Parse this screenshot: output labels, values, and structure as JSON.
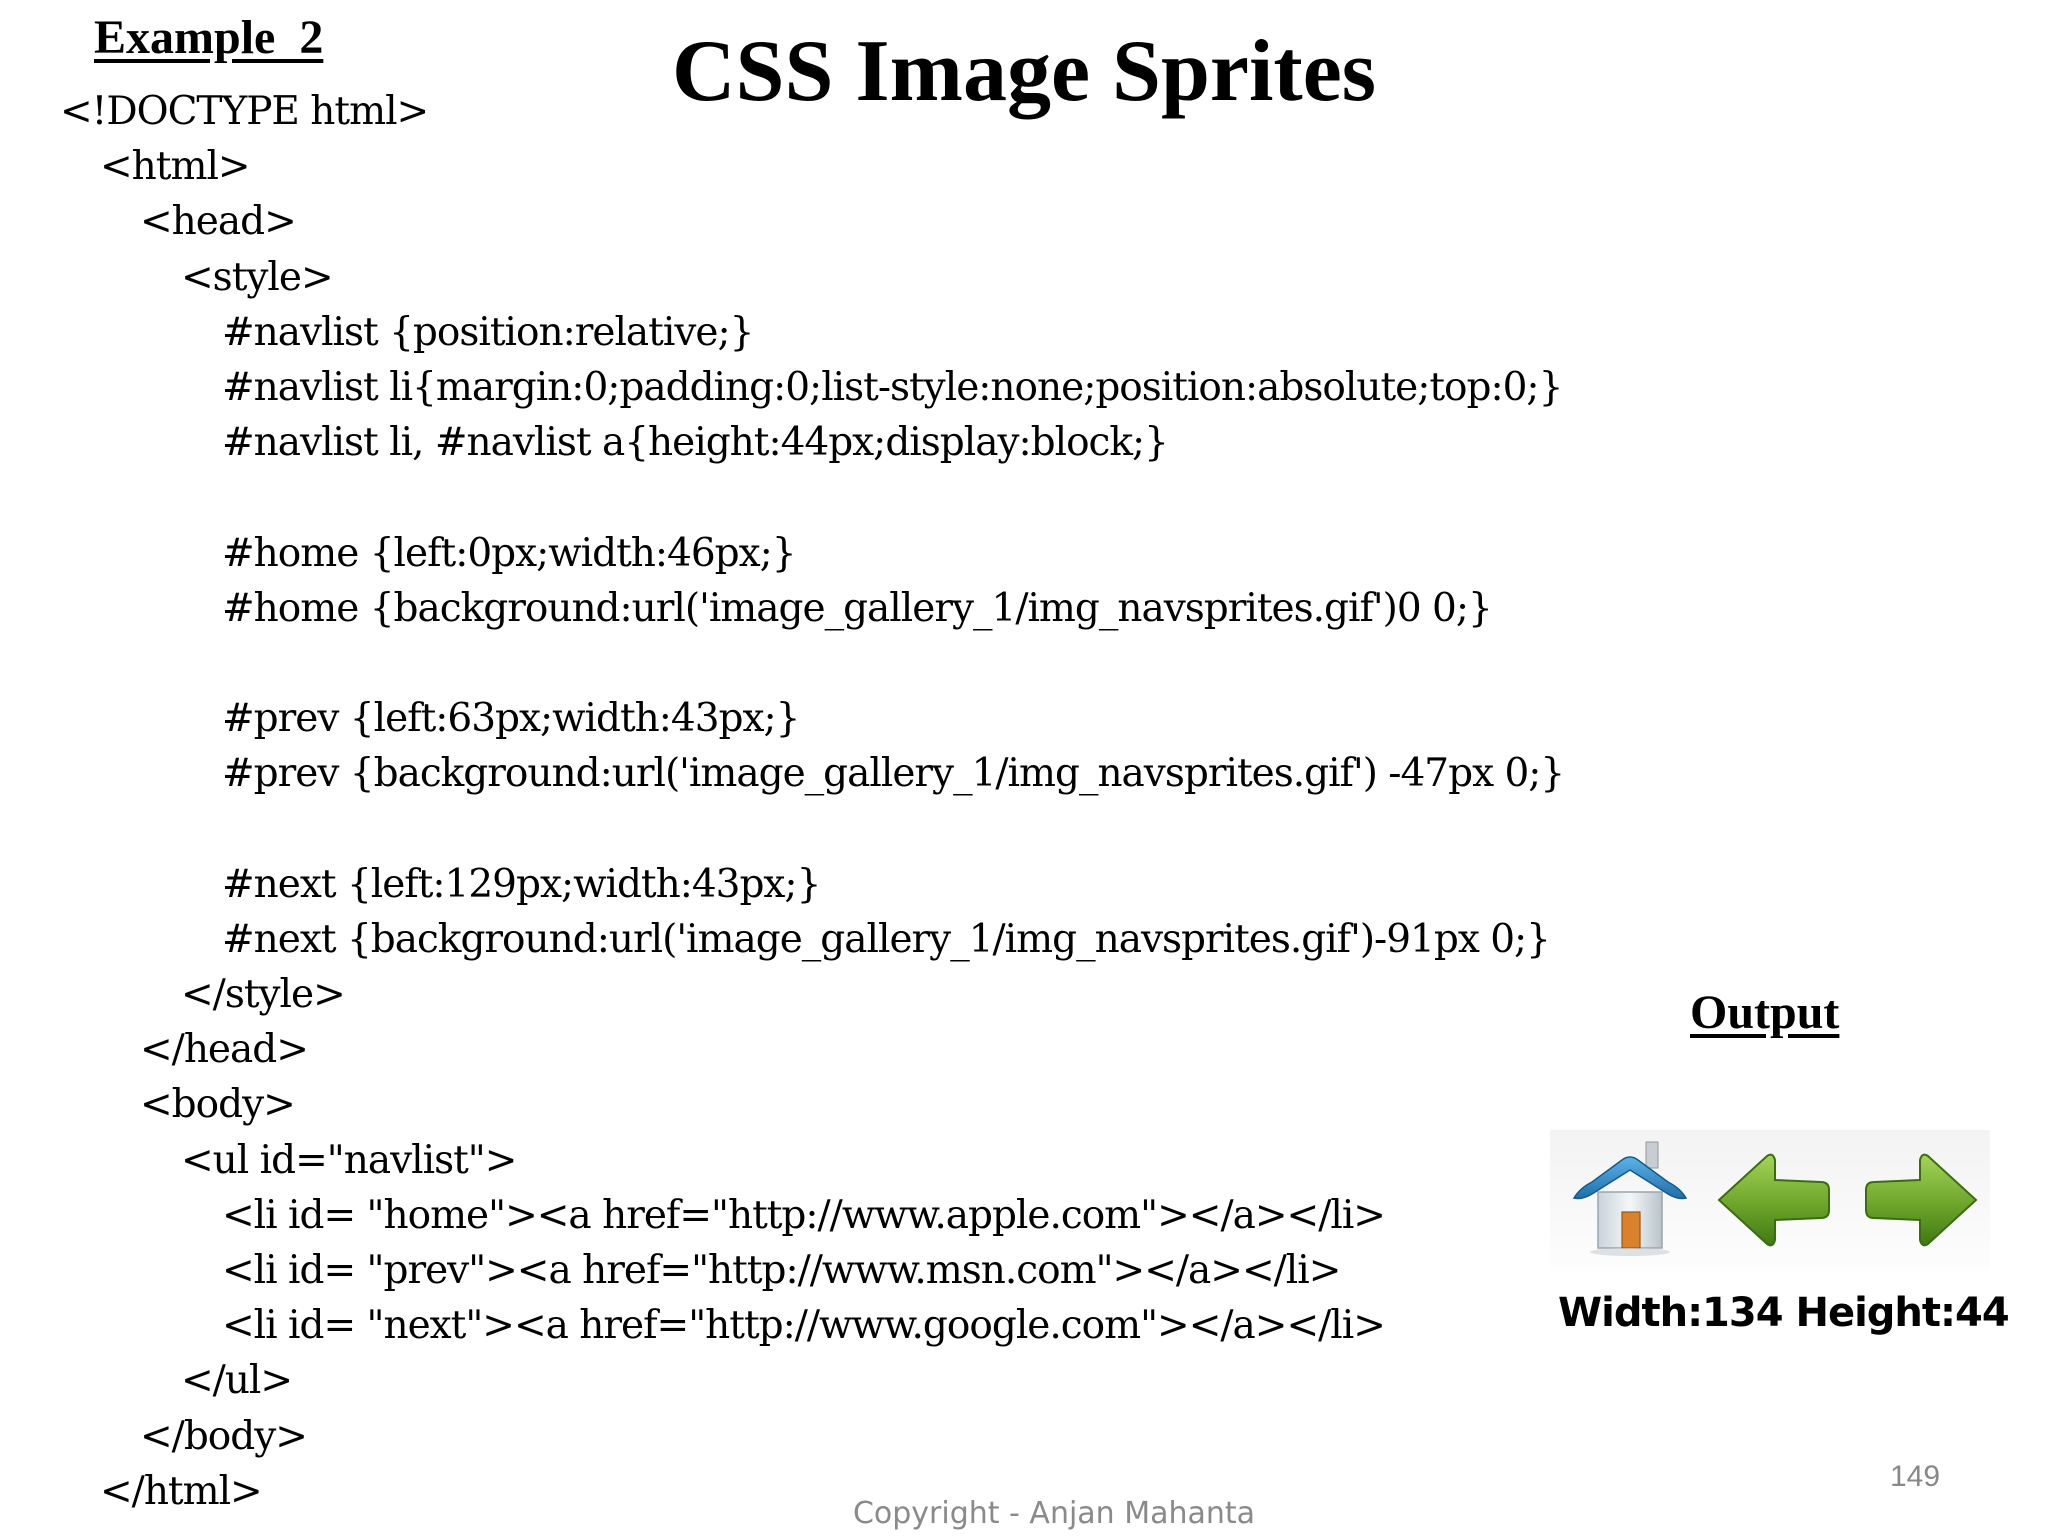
{
  "header": {
    "example_label": "Example  2",
    "title": "CSS Image Sprites"
  },
  "code_lines": [
    {
      "indent": 0,
      "text": "<!DOCTYPE html>"
    },
    {
      "indent": 1,
      "text": "<html>"
    },
    {
      "indent": 2,
      "text": "<head>"
    },
    {
      "indent": 3,
      "text": "<style>"
    },
    {
      "indent": 4,
      "text": "#navlist {position:relative;}"
    },
    {
      "indent": 4,
      "text": "#navlist li{margin:0;padding:0;list-style:none;position:absolute;top:0;}"
    },
    {
      "indent": 4,
      "text": "#navlist li, #navlist a{height:44px;display:block;}"
    },
    {
      "indent": 4,
      "text": ""
    },
    {
      "indent": 4,
      "text": "#home {left:0px;width:46px;}"
    },
    {
      "indent": 4,
      "text": "#home {background:url('image_gallery_1/img_navsprites.gif')0 0;}"
    },
    {
      "indent": 4,
      "text": ""
    },
    {
      "indent": 4,
      "text": "#prev {left:63px;width:43px;}"
    },
    {
      "indent": 4,
      "text": "#prev {background:url('image_gallery_1/img_navsprites.gif') -47px 0;}"
    },
    {
      "indent": 4,
      "text": ""
    },
    {
      "indent": 4,
      "text": "#next {left:129px;width:43px;}"
    },
    {
      "indent": 4,
      "text": "#next {background:url('image_gallery_1/img_navsprites.gif')-91px 0;}"
    },
    {
      "indent": 3,
      "text": "</style>"
    },
    {
      "indent": 2,
      "text": "</head>"
    },
    {
      "indent": 2,
      "text": "<body>"
    },
    {
      "indent": 3,
      "text": "<ul id=\"navlist\">"
    },
    {
      "indent": 4,
      "text": "<li id= \"home\"><a href=\"http://www.apple.com\"></a></li>"
    },
    {
      "indent": 4,
      "text": "<li id= \"prev\"><a href=\"http://www.msn.com\"></a></li>"
    },
    {
      "indent": 4,
      "text": "<li id= \"next\"><a href=\"http://www.google.com\"></a></li>"
    },
    {
      "indent": 3,
      "text": "</ul>"
    },
    {
      "indent": 2,
      "text": "</body>"
    },
    {
      "indent": 1,
      "text": "</html>"
    }
  ],
  "output": {
    "label": "Output",
    "icons": [
      "home-icon",
      "arrow-left-icon",
      "arrow-right-icon"
    ],
    "dimensions_text": "Width:134 Height:44"
  },
  "footer": {
    "page_number": "149",
    "copyright": "Copyright - Anjan Mahanta"
  },
  "colors": {
    "house_roof": "#2a86c4",
    "house_wall": "#e9eef2",
    "house_door": "#d9822b",
    "arrow_green": "#6da52a",
    "arrow_green_dark": "#3f7a12",
    "footer_text": "#8a8a8a"
  }
}
